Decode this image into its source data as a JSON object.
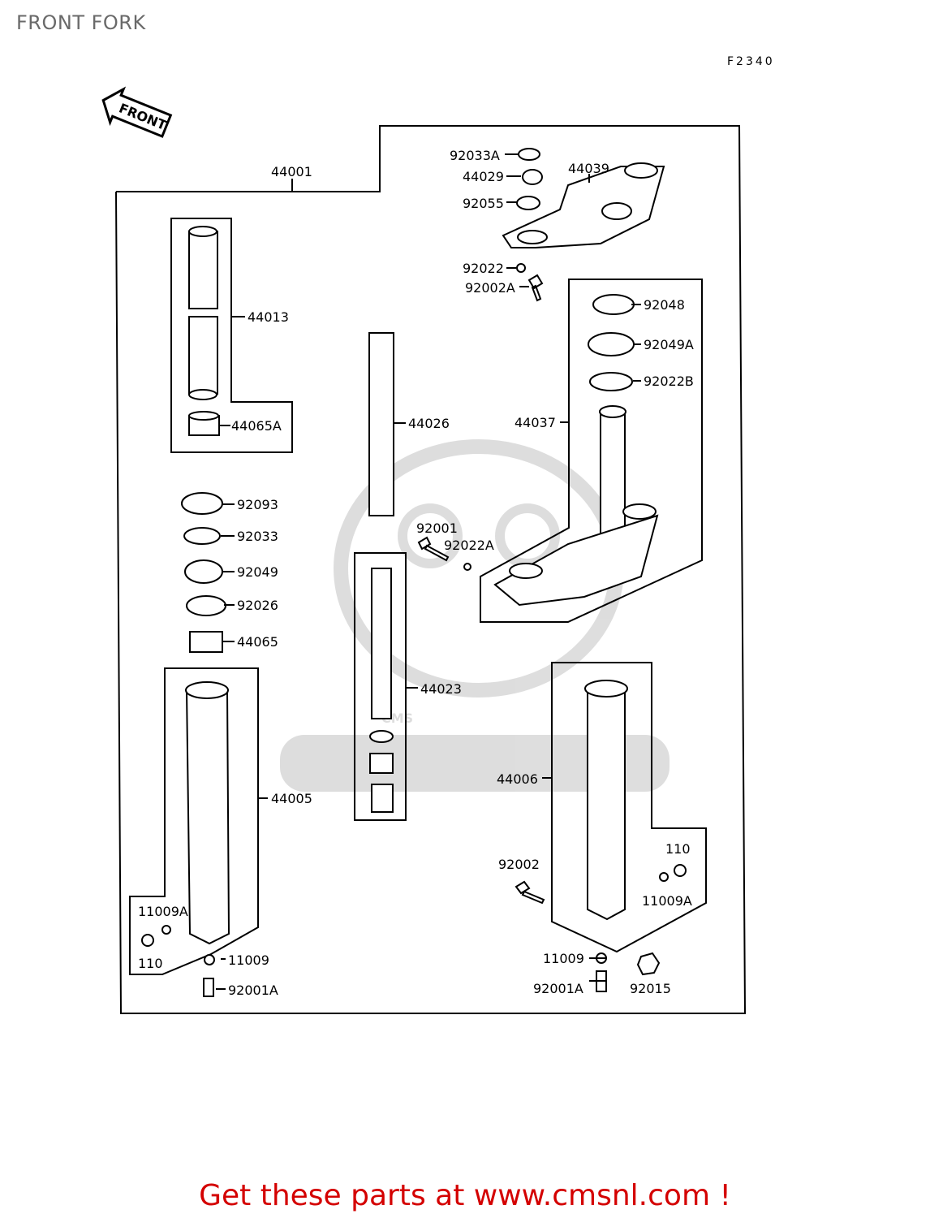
{
  "page": {
    "title": "FRONT FORK",
    "code": "F2340"
  },
  "front_arrow": {
    "label": "FRONT"
  },
  "watermark": {
    "text": "CMS",
    "url": "WWW.CMSNL.COM"
  },
  "footer": {
    "promo_text": "Get these parts at www.cmsnl.com !"
  },
  "parts": [
    "44001",
    "92033A",
    "44029",
    "44039",
    "92055",
    "92022",
    "92002A",
    "44013",
    "44065A",
    "44026",
    "92048",
    "92049A",
    "92022B",
    "44037",
    "92093",
    "92033",
    "92049",
    "92026",
    "44065",
    "92001",
    "92022A",
    "44023",
    "44005",
    "44006",
    "92002",
    "110",
    "11009A",
    "11009",
    "92001A",
    "92015",
    "110",
    "11009A",
    "11009",
    "92001A"
  ]
}
